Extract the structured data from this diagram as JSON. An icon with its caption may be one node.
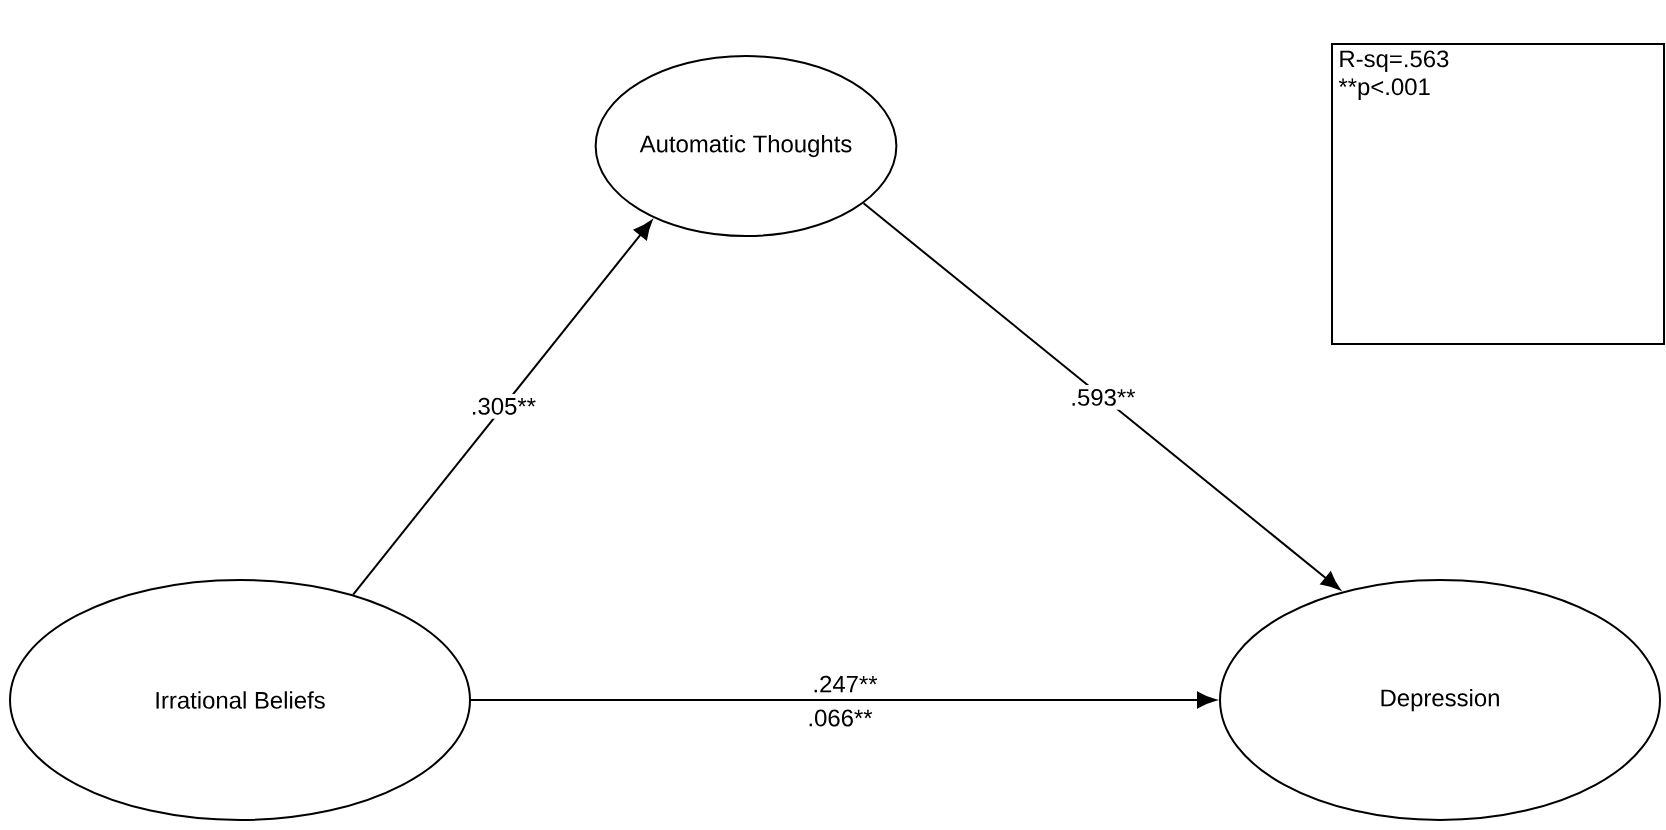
{
  "diagram": {
    "nodes": [
      {
        "text": [
          "Automatic Thoughts"
        ]
      },
      {
        "text": [
          "Irrational Beliefs"
        ]
      },
      {
        "text": [
          "Depression"
        ]
      },
      {
        "text": [
          "R-sq=.563",
          "**p<.001"
        ]
      }
    ],
    "edges": [
      {
        "from": 1,
        "to": 0,
        "arrow": "to",
        "label": ".305**"
      },
      {
        "from": 0,
        "to": 2,
        "arrow": "to",
        "label": ".593**"
      },
      {
        "from": 1,
        "to": 2,
        "arrow": "to",
        "label": ".247**"
      }
    ],
    "labels": [
      ".066**"
    ]
  }
}
